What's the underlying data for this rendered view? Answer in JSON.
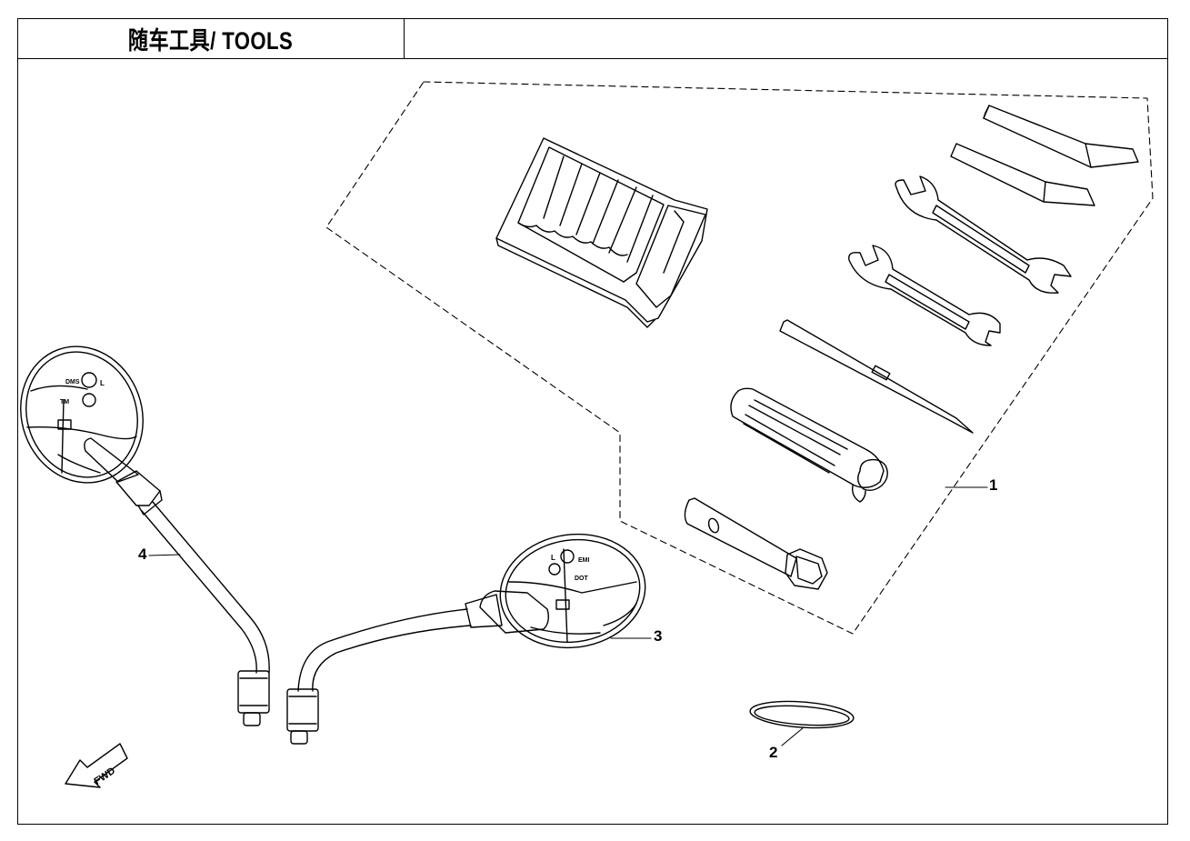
{
  "title": "随车工具/ TOOLS",
  "callouts": [
    {
      "label": "1",
      "part": "tool kit"
    },
    {
      "label": "2",
      "part": "ring"
    },
    {
      "label": "3",
      "part": "right rearview mirror"
    },
    {
      "label": "4",
      "part": "left rearview mirror"
    }
  ],
  "fwd_label": "FWD",
  "mirror_left_marks": {
    "m1": "DMS",
    "m2": "TM",
    "m3": "L"
  },
  "mirror_right_marks": {
    "m1": "L",
    "m2": "DOT",
    "m3": "EMI"
  },
  "colors": {
    "line": "#000000",
    "background": "#ffffff"
  }
}
